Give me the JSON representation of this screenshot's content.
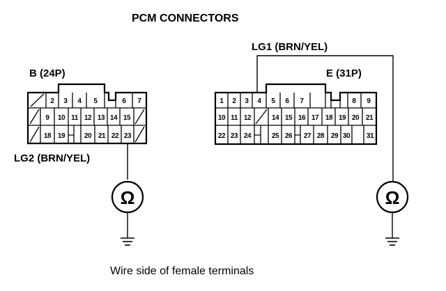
{
  "title": "PCM CONNECTORS",
  "caption": "Wire side of female terminals",
  "connector_b": {
    "label": "B (24P)",
    "wire_label": "LG2 (BRN/YEL)",
    "rows": [
      [
        "2",
        "3",
        "4",
        "5",
        "6",
        "7"
      ],
      [
        "9",
        "10",
        "11",
        "12",
        "13",
        "14",
        "15"
      ],
      [
        "18",
        "19",
        "20",
        "21",
        "22",
        "23"
      ]
    ]
  },
  "connector_e": {
    "label": "E (31P)",
    "wire_label": "LG1 (BRN/YEL)",
    "rows": [
      [
        "1",
        "2",
        "3",
        "4",
        "5",
        "6",
        "7",
        "8",
        "9"
      ],
      [
        "10",
        "11",
        "12",
        "14",
        "15",
        "16",
        "17",
        "18",
        "19",
        "20",
        "21"
      ],
      [
        "22",
        "23",
        "24",
        "25",
        "26",
        "27",
        "28",
        "29",
        "30",
        "31"
      ]
    ]
  },
  "meter_symbol": "Ω"
}
